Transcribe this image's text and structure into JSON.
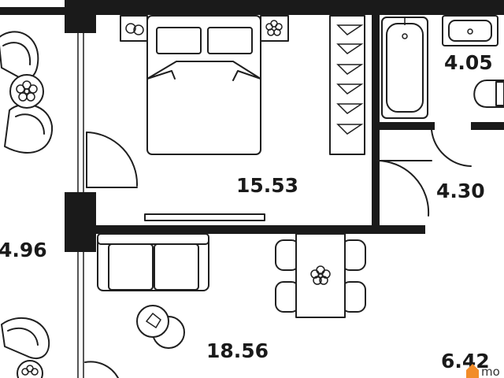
{
  "rooms": [
    {
      "id": "bedroom",
      "area": "15.53"
    },
    {
      "id": "bathroom",
      "area": "4.05"
    },
    {
      "id": "hallway",
      "area": "4.30"
    },
    {
      "id": "balcony",
      "area": "4.96"
    },
    {
      "id": "living",
      "area": "18.56"
    },
    {
      "id": "kitchen",
      "area": "6.42"
    }
  ],
  "watermark": {
    "text": "mo"
  },
  "colors": {
    "wall": "#1a1a1a",
    "line": "#1f1f1f",
    "background": "#ffffff",
    "watermark_icon": "#f28c28"
  }
}
